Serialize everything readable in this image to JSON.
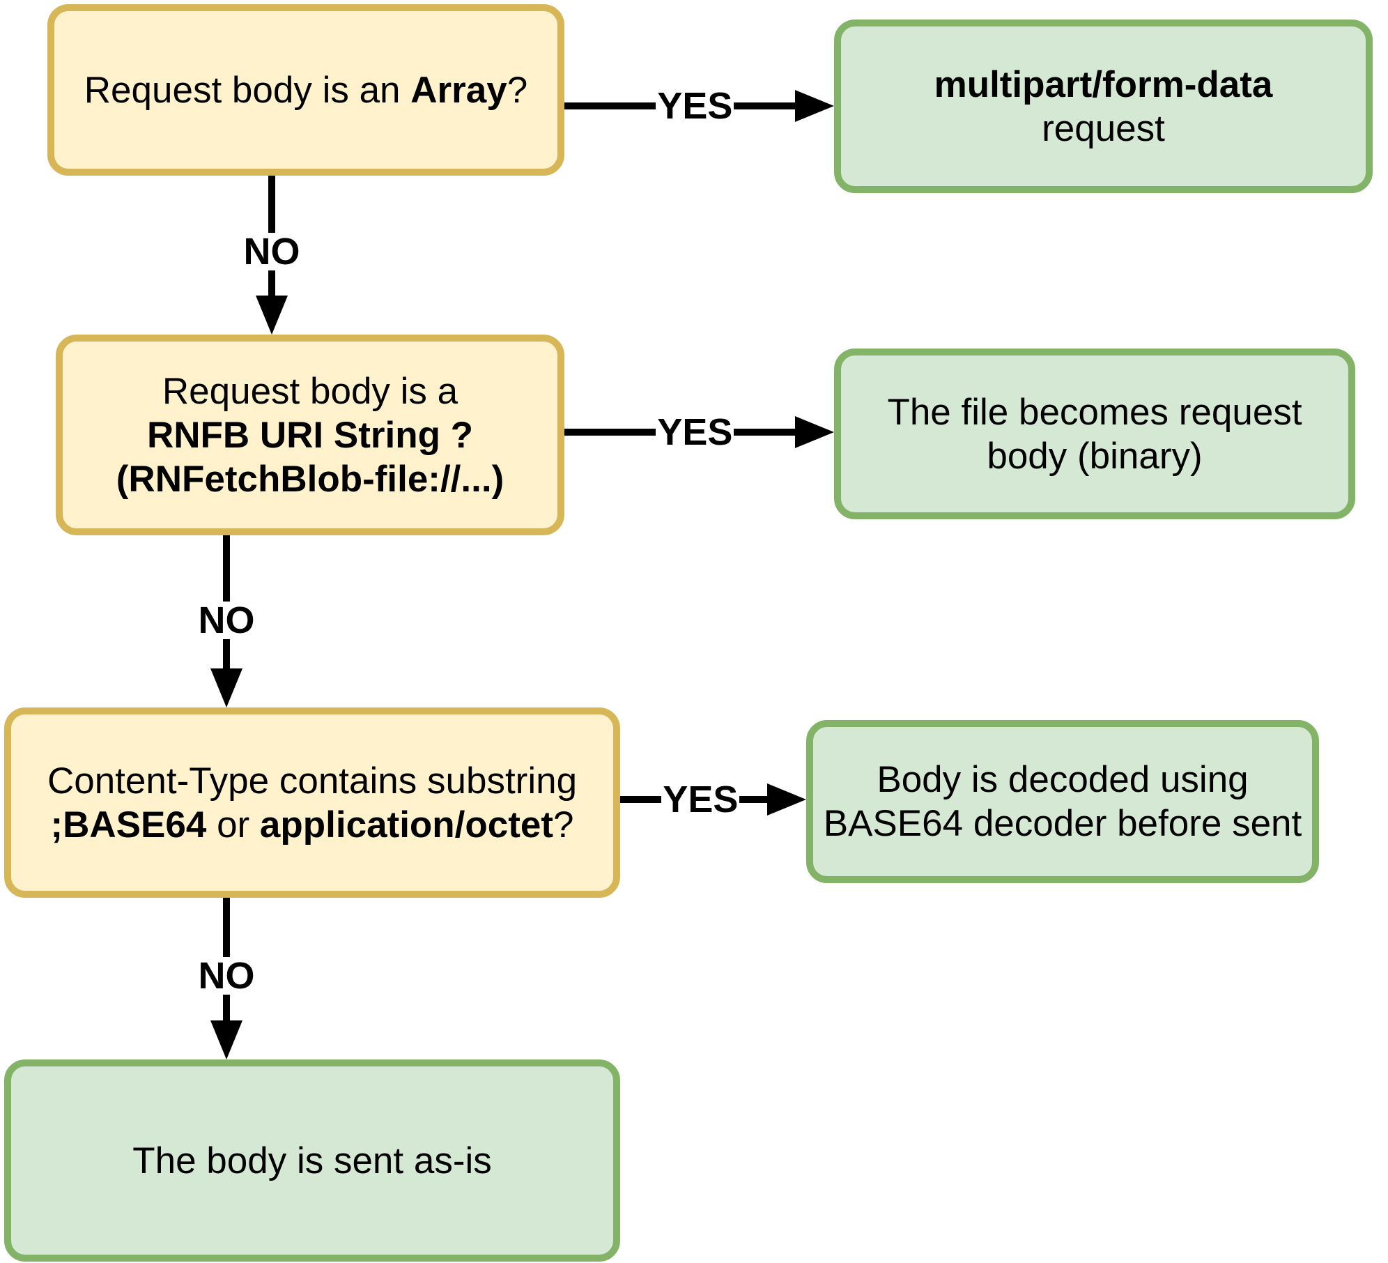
{
  "colors": {
    "decision_fill": "#FFF2CC",
    "decision_border": "#D6B656",
    "outcome_fill": "#D5E8D4",
    "outcome_border": "#82B366",
    "arrow": "#000000"
  },
  "labels": {
    "yes": "YES",
    "no": "NO"
  },
  "nodes": {
    "decision_array": {
      "lines": [
        [
          {
            "text": "Request body is an ",
            "bold": false
          },
          {
            "text": "Array",
            "bold": true
          },
          {
            "text": "?",
            "bold": false
          }
        ]
      ]
    },
    "outcome_multipart": {
      "lines": [
        [
          {
            "text": "multipart/form-data",
            "bold": true
          }
        ],
        [
          {
            "text": "request",
            "bold": false
          }
        ]
      ]
    },
    "decision_rnfb_uri": {
      "lines": [
        [
          {
            "text": "Request body is a",
            "bold": false
          }
        ],
        [
          {
            "text": "RNFB URI String ?",
            "bold": true
          }
        ],
        [
          {
            "text": "(RNFetchBlob-file://...)",
            "bold": true
          }
        ]
      ]
    },
    "outcome_file_binary": {
      "lines": [
        [
          {
            "text": "The file becomes request",
            "bold": false
          }
        ],
        [
          {
            "text": "body (binary)",
            "bold": false
          }
        ]
      ]
    },
    "decision_content_type": {
      "lines": [
        [
          {
            "text": "Content-Type contains substring",
            "bold": false
          }
        ],
        [
          {
            "text": ";BASE64",
            "bold": true
          },
          {
            "text": " or ",
            "bold": false
          },
          {
            "text": "application/octet",
            "bold": true
          },
          {
            "text": "?",
            "bold": false
          }
        ]
      ]
    },
    "outcome_base64_decode": {
      "lines": [
        [
          {
            "text": "Body is decoded using",
            "bold": false
          }
        ],
        [
          {
            "text": "BASE64 decoder before sent",
            "bold": false
          }
        ]
      ]
    },
    "outcome_sent_as_is": {
      "lines": [
        [
          {
            "text": "The body is sent as-is",
            "bold": false
          }
        ]
      ]
    }
  }
}
